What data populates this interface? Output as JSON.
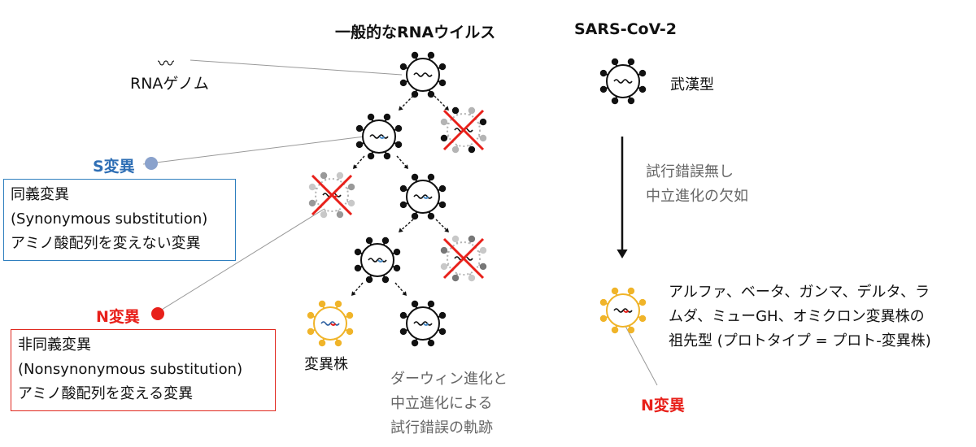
{
  "left_title": "一般的なRNAウイルス",
  "right_title": "SARS-CoV-2",
  "genome_label": "RNAゲノム",
  "s_mutation": {
    "label": "S変異",
    "dot_color": "#8aa2cc",
    "label_color": "#2f6fb5"
  },
  "synonymous_box": {
    "line1": "同義変異",
    "line2": "(Synonymous substitution)",
    "line3": "アミノ酸配列を変えない変異",
    "border_color": "#2f7fbf"
  },
  "n_mutation": {
    "label": "N変異",
    "dot_color": "#e8201a",
    "label_color": "#e8201a"
  },
  "nonsynonymous_box": {
    "line1": "非同義変異",
    "line2": "(Nonsynonymous substitution)",
    "line3": "アミノ酸配列を変える変異",
    "border_color": "#e0281e"
  },
  "variant_label": "変異株",
  "darwin_caption": {
    "line1": "ダーウィン進化と",
    "line2": "中立進化による",
    "line3": "試行錯誤の軌跡"
  },
  "wuhan_label": "武漢型",
  "arrow_caption": {
    "line1": "試行錯誤無し",
    "line2": "中立進化の欠如"
  },
  "ancestor_text": {
    "line1": "アルファ、ベータ、ガンマ、デルタ、ラ",
    "line2": "ムダ、ミューGH、オミクロン変異株の",
    "line3": "祖先型 (プロトタイプ = プロト-変異株)"
  },
  "n_mutation_right": "N変異",
  "colors": {
    "virus_black": "#111111",
    "virus_grey": "#b4b4b4",
    "variant_gold": "#f0b429",
    "cross_red": "#e8201a",
    "rna_blue": "#4a8cc8"
  }
}
